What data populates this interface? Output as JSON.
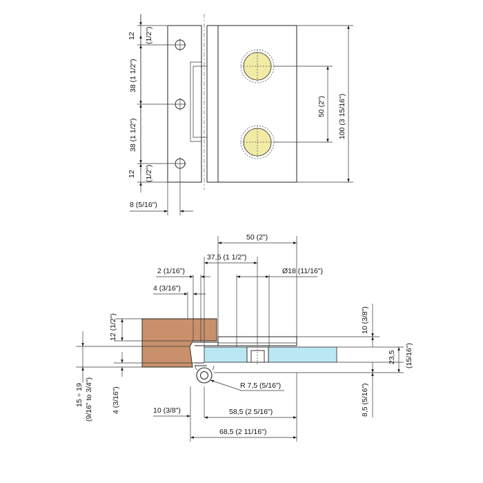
{
  "front_view": {
    "dim_12_top": "12",
    "dim_12_top_in": "(1/2\")",
    "dim_38_top": "38 (1 1/2\")",
    "dim_38_bottom": "38 (1 1/2\")",
    "dim_12_bottom": "12",
    "dim_12_bottom_in": "(1/2\")",
    "dim_8": "8 (5/16\")",
    "dim_50": "50 (2\")",
    "dim_100": "100 (3  15/16\")"
  },
  "section_view": {
    "dim_50": "50 (2\")",
    "dim_37_5": "37,5 (1  1/2\")",
    "dim_2": "2 (1/16\")",
    "dim_4_top": "4 (3/16\")",
    "dim_d18": "Ø18 (11/16\")",
    "dim_12_left": "12 (1/2\")",
    "dim_15_19": "15 ÷ 19",
    "dim_15_19_in": "(9/16\" to 3/4\")",
    "dim_4_left": "4 (3/16\")",
    "dim_10_right": "10 (3/8\")",
    "dim_23_5": "23,5",
    "dim_23_5_in": "(15/16\")",
    "dim_8_5": "8,5 (5/16\")",
    "dim_r7_5": "R 7,5 (5/16\")",
    "dim_10_bottom": "10 (3/8\")",
    "dim_58_5": "58,5 (2  5/16\")",
    "dim_68_5": "68,5 (2  11/16\")"
  },
  "colors": {
    "wood": "#c8916c",
    "glass": "#b9e8f4",
    "screw": "#f2eba6",
    "line": "#222222"
  }
}
